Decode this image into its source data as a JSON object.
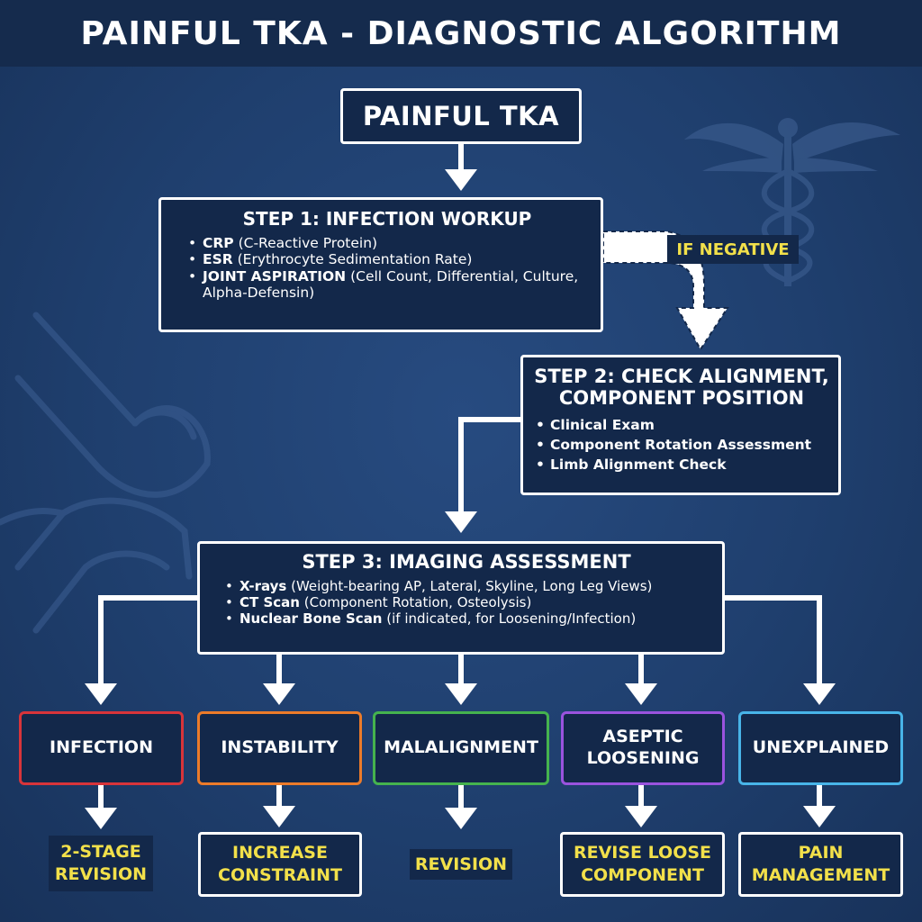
{
  "title": "PAINFUL TKA - DIAGNOSTIC ALGORITHM",
  "start_label": "PAINFUL TKA",
  "step1": {
    "title": "STEP 1: INFECTION WORKUP",
    "items": [
      {
        "bold": "CRP",
        "detail": " (C-Reactive Protein)"
      },
      {
        "bold": "ESR",
        "detail": " (Erythrocyte Sedimentation Rate)"
      },
      {
        "bold": "JOINT ASPIRATION",
        "detail": " (Cell Count, Differential, Culture, Alpha-Defensin)"
      }
    ]
  },
  "if_negative": "IF NEGATIVE",
  "step2": {
    "title": "STEP 2: CHECK ALIGNMENT, COMPONENT POSITION",
    "items": [
      "Clinical Exam",
      "Component Rotation Assessment",
      "Limb Alignment Check"
    ]
  },
  "step3": {
    "title": "STEP 3: IMAGING ASSESSMENT",
    "items": [
      {
        "bold": "X-rays",
        "detail": " (Weight-bearing AP, Lateral, Skyline, Long Leg Views)"
      },
      {
        "bold": "CT Scan",
        "detail": " (Component Rotation, Osteolysis)"
      },
      {
        "bold": "Nuclear Bone Scan",
        "detail": " (if indicated, for Loosening/Infection)"
      }
    ]
  },
  "diagnoses": [
    {
      "label": "INFECTION",
      "color": "#d8343a"
    },
    {
      "label": "INSTABILITY",
      "color": "#ec7b2a"
    },
    {
      "label": "MALALIGNMENT",
      "color": "#45b34e"
    },
    {
      "label": "ASEPTIC LOOSENING",
      "color": "#9a53de"
    },
    {
      "label": "UNEXPLAINED",
      "color": "#48b4e8"
    }
  ],
  "treatments": [
    "2-STAGE REVISION",
    "INCREASE CONSTRAINT",
    "REVISION",
    "REVISE LOOSE COMPONENT",
    "PAIN MANAGEMENT"
  ],
  "colors": {
    "background": "#1f3f6e",
    "box_fill": "#13284a",
    "accent_yellow": "#f2e04a",
    "line": "#ffffff"
  },
  "decor_icons": [
    "caduceus-icon",
    "knee-joint-outline"
  ]
}
